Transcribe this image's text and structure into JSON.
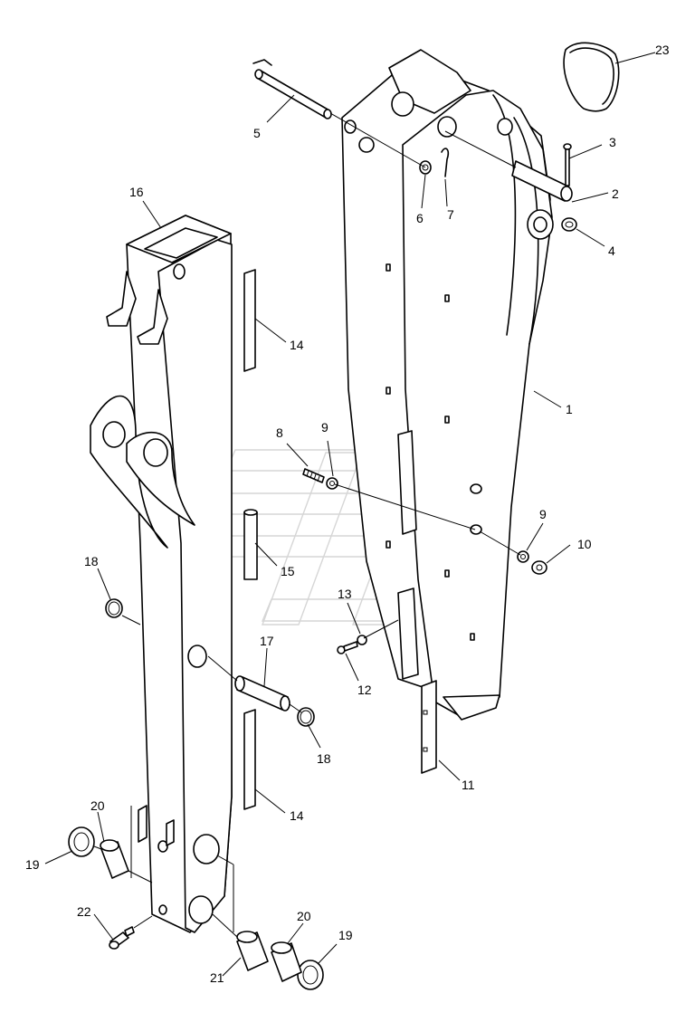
{
  "diagram": {
    "callouts": [
      "1",
      "2",
      "3",
      "4",
      "5",
      "6",
      "7",
      "8",
      "9",
      "9",
      "10",
      "11",
      "12",
      "13",
      "14",
      "14",
      "15",
      "16",
      "17",
      "18",
      "18",
      "19",
      "19",
      "20",
      "20",
      "21",
      "22",
      "23"
    ]
  }
}
